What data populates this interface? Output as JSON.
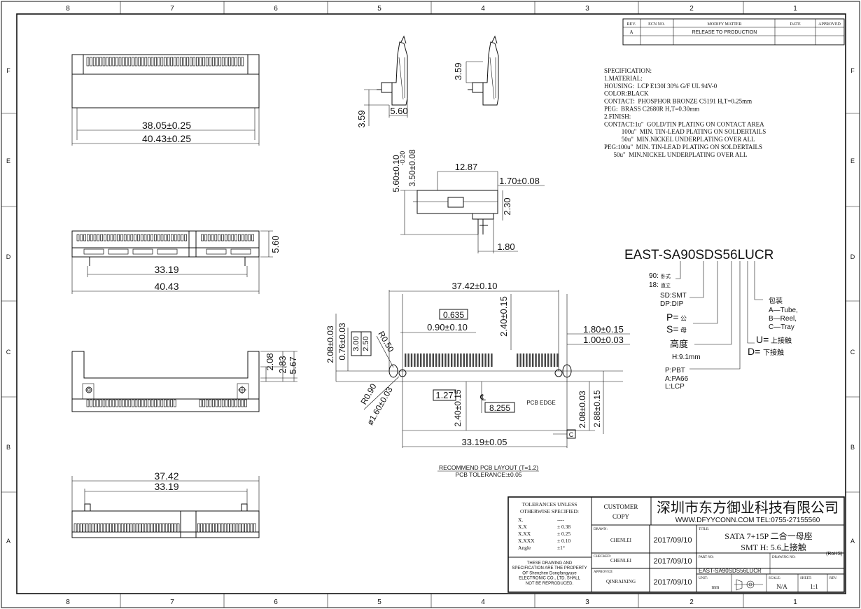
{
  "border": {
    "cols_top": [
      "8",
      "7",
      "6",
      "5",
      "4",
      "3",
      "2",
      "1"
    ],
    "cols_bottom": [
      "8",
      "7",
      "6",
      "5",
      "4",
      "3",
      "2",
      "1"
    ],
    "rows": [
      "F",
      "E",
      "D",
      "C",
      "B",
      "A"
    ]
  },
  "revision_table": {
    "headers": [
      "REV.",
      "ECN NO.",
      "MODIFY MATTER",
      "DATE",
      "APPROVED"
    ],
    "rows": [
      [
        "A",
        "",
        "RELEASE TO PRODUCTION",
        "",
        ""
      ]
    ]
  },
  "specification": {
    "lines": [
      "SPECIFICATION:",
      "1.MATERIAL:",
      "HOUSING:  LCP E130I 30% G/F UL 94V-0",
      "COLOR:BLACK",
      "CONTACT:  PHOSPHOR BRONZE C5191 H,T=0.25mm",
      "PEG:  BRASS C2680R H,T=0.30mm",
      "2.FINISH:",
      "CONTACT:1u\"  GOLD/TIN PLATING ON CONTACT AREA",
      "           100u\"  MIN. TIN-LEAD PLATING ON SOLDERTAILS",
      "           50u\"  MIN.NICKEL UNDERPLATING OVER ALL",
      "PEG:100u\"  MIN. TIN-LEAD PLATING ON SOLDERTAILS",
      "      50u\"  MIN.NICKEL UNDERPLATING OVER ALL"
    ]
  },
  "dimensions": {
    "top_inner": "38.05±0.25",
    "top_outer": "40.43±0.25",
    "side_a_h": "3.59",
    "side_a_w": "5.60",
    "side_b_h": "3.59",
    "mid_a": "33.19",
    "mid_b": "40.43",
    "mid_h": "5.60",
    "front_1": "2.08",
    "front_2": "2.83",
    "front_3": "5.67",
    "bot_outer": "37.42",
    "bot_inner": "33.19",
    "pcb_side_1": "12.87",
    "pcb_side_2": "1.70±0.08",
    "pcb_side_3": "2.30",
    "pcb_side_4": "1.80",
    "pcb_side_5": "5.60±0.10",
    "pcb_side_5b": "-0.20",
    "pcb_side_6": "3.50±0.08",
    "lay_top": "37.42±0.10",
    "lay_pitch": "0.635",
    "lay_090": "0.90±0.10",
    "lay_240a": "2.40±0.15",
    "lay_180": "1.80±0.15",
    "lay_100": "1.00±0.03",
    "lay_208a": "2.08±0.03",
    "lay_076": "0.76±0.03",
    "lay_300": "3.00",
    "lay_250": "2.50",
    "lay_r050": "R0.50",
    "lay_r090": "R0.90",
    "lay_phi": "ø1.60±0.03",
    "lay_127": "1.27",
    "lay_240b": "2.40±0.15",
    "lay_cl": "℄",
    "lay_8255": "8.255",
    "lay_pcbedge": "PCB EDGE",
    "lay_208b": "2.08±0.03",
    "lay_288": "2.88±0.15",
    "lay_3319": "33.19±0.05",
    "lay_datum": "C"
  },
  "layout_note": [
    "RECOMMEND PCB LAYOUT (T=1.2)",
    "PCB TOLERANCE:±0.05"
  ],
  "part_code": {
    "code": "EAST-SA90SDS56LUCR",
    "labels": [
      {
        "main": "90:",
        "sub": "卧式"
      },
      {
        "main": "18:",
        "sub": "直立"
      },
      {
        "main": "SD:SMT",
        "sub": ""
      },
      {
        "main": "DP:DIP",
        "sub": ""
      },
      {
        "main": "P=",
        "sub": "公"
      },
      {
        "main": "S=",
        "sub": "母"
      },
      {
        "main": "高度",
        "sub": ""
      },
      {
        "main": "H:9.1mm",
        "sub": ""
      },
      {
        "main": "P:PBT",
        "sub": ""
      },
      {
        "main": "A:PA66",
        "sub": ""
      },
      {
        "main": "L:LCP",
        "sub": ""
      },
      {
        "main": "包装",
        "sub": ""
      },
      {
        "main": "A—Tube,",
        "sub": ""
      },
      {
        "main": "B—Reel,",
        "sub": ""
      },
      {
        "main": "C—Tray",
        "sub": ""
      },
      {
        "main": "U=",
        "sub": "上接触"
      },
      {
        "main": "D=",
        "sub": "下接触"
      }
    ]
  },
  "title_block": {
    "tol_header1": "TOLERANCES UNLESS",
    "tol_header2": "OTHERWISE SPECIFIED:",
    "tol_rows": [
      [
        "X.",
        "----"
      ],
      [
        "X.X",
        "±  0.38"
      ],
      [
        "X.XX",
        "±  0.25"
      ],
      [
        "X.XXX",
        "±  0.10"
      ],
      [
        "Angle",
        "±1°"
      ]
    ],
    "prop_lines": [
      "THESE DRAWING AND",
      "SPECIFICATION ARE THE PROPERTY",
      "OF Shenzhen Dongfangyuye",
      "ELECTRONIC  CO., LTD.  SHALL",
      "NOT BE REPRODUCED."
    ],
    "customer": "CUSTOMER",
    "copy": "COPY",
    "drawn_label": "DRAWN:",
    "drawn_name": "CHENLEI",
    "drawn_date": "2017/09/10",
    "checked_label": "CHECKED:",
    "checked_name": "CHENLEI",
    "checked_date": "2017/09/10",
    "approved_label": "APPROVED:",
    "approved_name": "QINRAIXING",
    "approved_date": "2017/09/10",
    "company": "深圳市东方御业科技有限公司",
    "web": "WWW.DFYYCONN.COM  TEL:0755-27155560",
    "title_label": "TITLE:",
    "title_1": "SATA 7+15P 二合一母座",
    "title_2": "SMT H: 5.6上接触",
    "rohs": "(RoHS)",
    "partno_label": "PART NO:",
    "partno": "EAST-SA90SDS56LUCR",
    "drawingno_label": "DRAWING NO:",
    "unit_label": "UNIT:",
    "unit": "mm",
    "scale_label": "SCALE:",
    "scale": "N/A",
    "sheet_label": "SHEET:",
    "sheet": "1:1",
    "rev_label": "REV:"
  }
}
